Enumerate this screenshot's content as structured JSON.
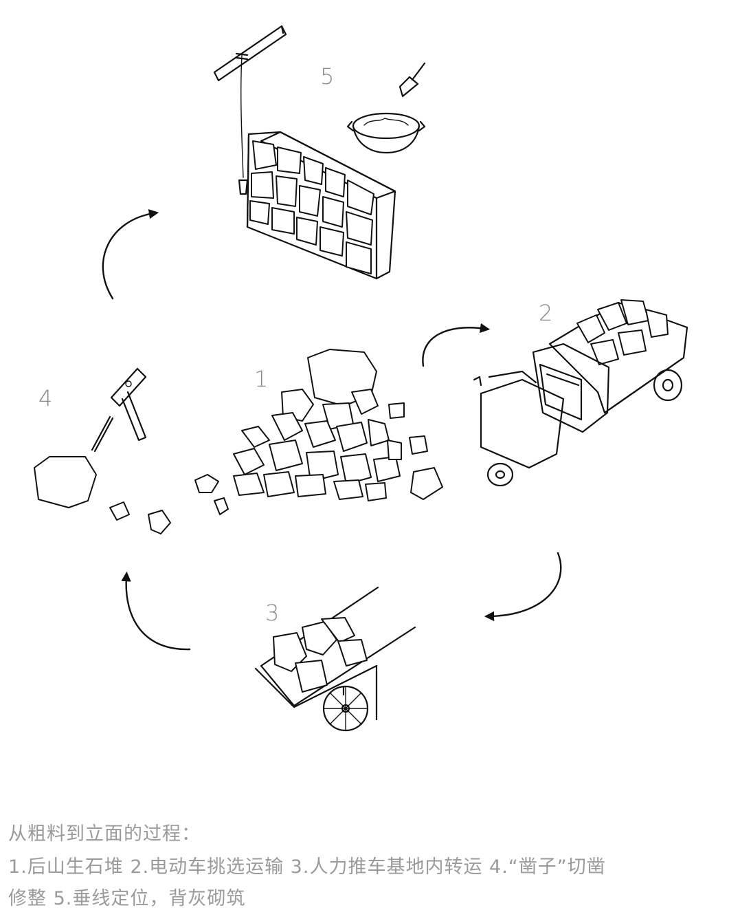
{
  "steps": {
    "s1": "1",
    "s2": "2",
    "s3": "3",
    "s4": "4",
    "s5": "5"
  },
  "caption": {
    "title": "从粗料到立面的过程：",
    "line1": "1.后山生石堆  2.电动车挑选运输  3.人力推车基地内转运  4.“凿子”切凿",
    "line2": "修整  5.垂线定位，背灰砌筑"
  }
}
